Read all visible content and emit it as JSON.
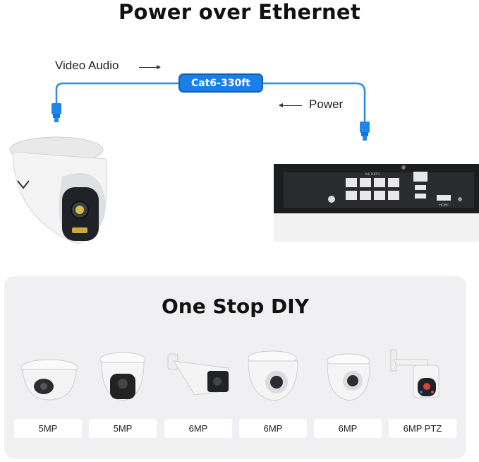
{
  "header": {
    "title": "Power over Ethernet"
  },
  "diagram": {
    "video_audio_label": "Video Audio",
    "cable_label": "Cat6-330ft",
    "power_label": "Power",
    "nvr_port_label": "PoE PORTS",
    "hdmi_label": "HDMI"
  },
  "diy": {
    "title": "One Stop DIY",
    "cameras": [
      {
        "label": "5MP"
      },
      {
        "label": "5MP"
      },
      {
        "label": "6MP"
      },
      {
        "label": "6MP"
      },
      {
        "label": "6MP"
      },
      {
        "label": "6MP PTZ"
      }
    ]
  },
  "colors": {
    "cable_blue": "#1b7fe8",
    "panel_bg": "#f0f0f2"
  }
}
